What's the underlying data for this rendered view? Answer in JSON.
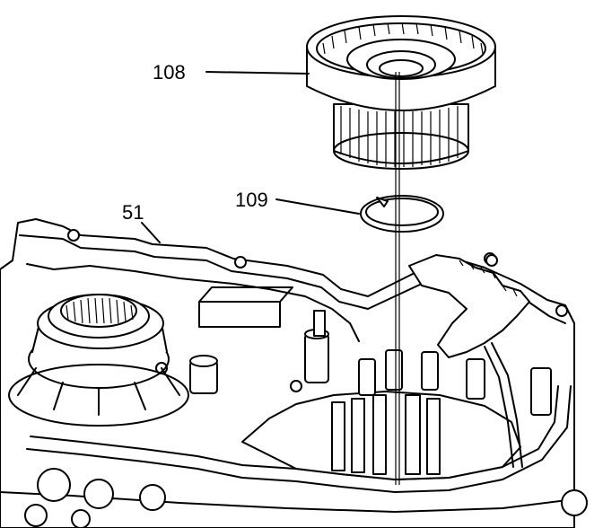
{
  "callouts": {
    "part_108": "108",
    "part_109": "109",
    "part_51": "51"
  },
  "colors": {
    "line": "#000000",
    "background": "#ffffff"
  }
}
